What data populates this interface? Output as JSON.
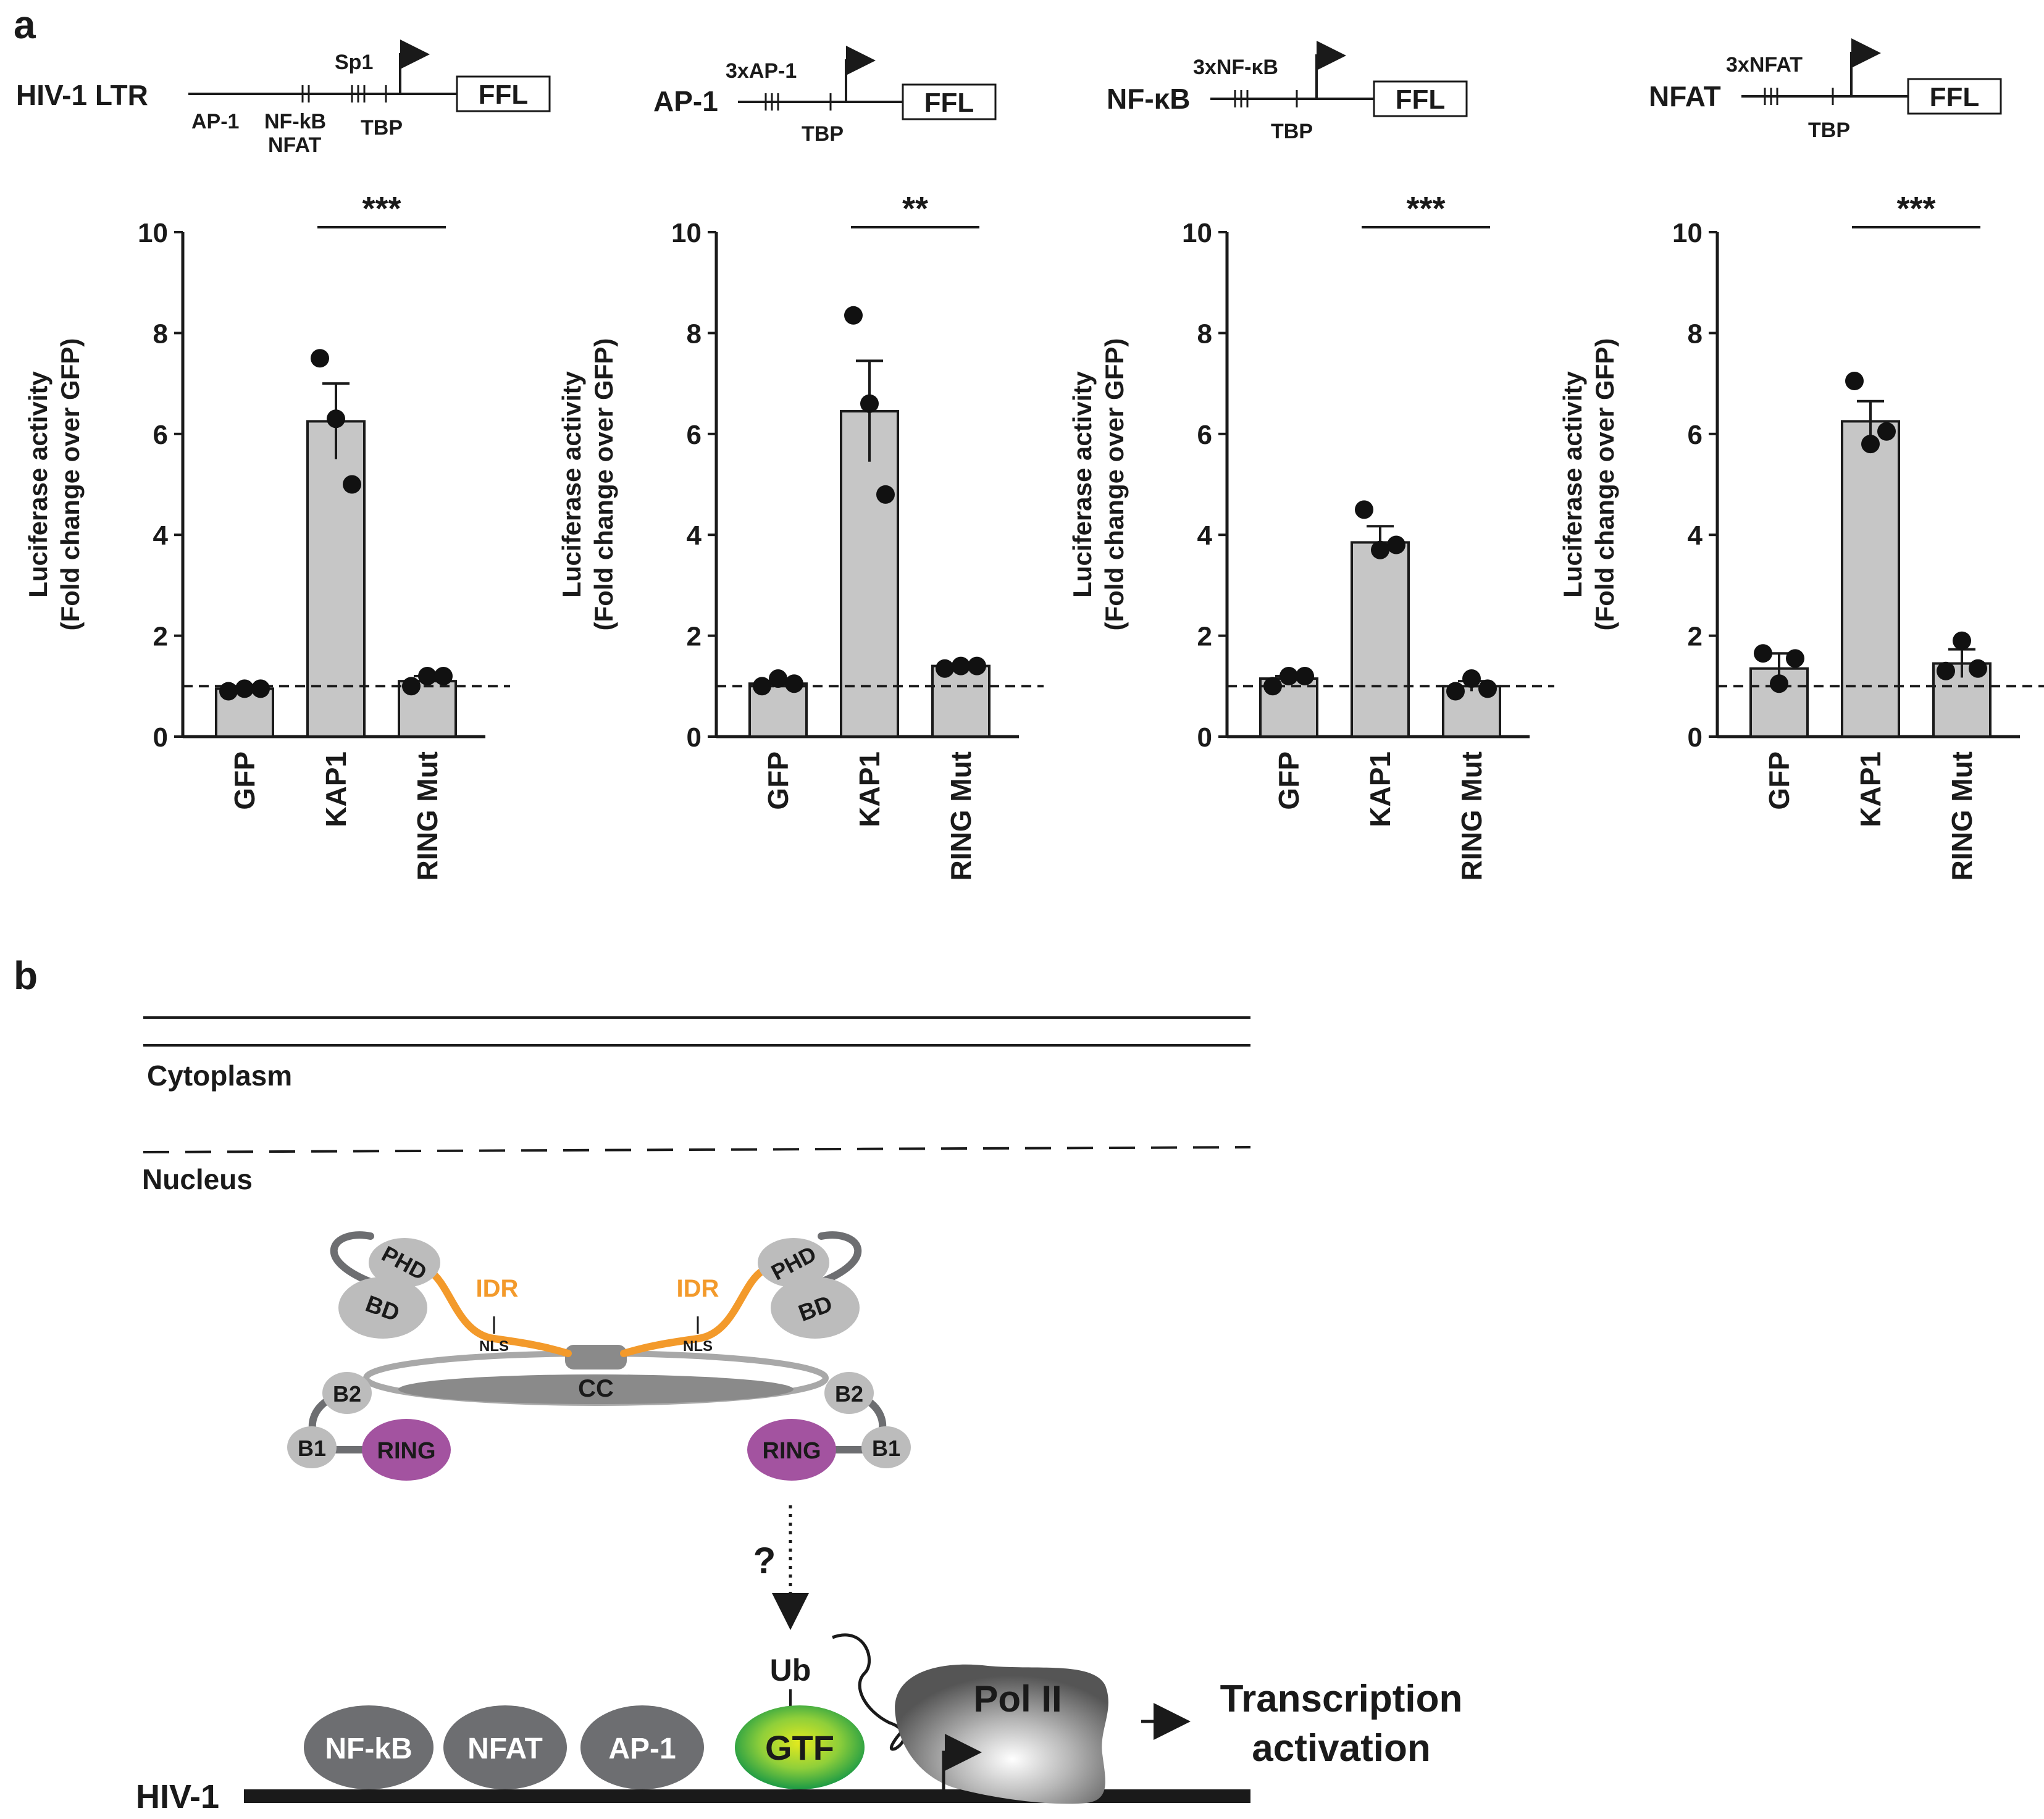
{
  "panel_a_label": "a",
  "panel_b_label": "b",
  "promoters": [
    {
      "name": "HIV-1 LTR",
      "sites": [
        "AP-1",
        "NF-kB",
        "NFAT",
        "Sp1",
        "TBP"
      ],
      "reporter": "FFL"
    },
    {
      "name": "AP-1",
      "sites": [
        "3xAP-1",
        "TBP"
      ],
      "reporter": "FFL"
    },
    {
      "name": "NF-κB",
      "sites": [
        "3xNF-κB",
        "TBP"
      ],
      "reporter": "FFL"
    },
    {
      "name": "NFAT",
      "sites": [
        "3xNFAT",
        "TBP"
      ],
      "reporter": "FFL"
    }
  ],
  "chart_data": [
    {
      "type": "bar",
      "ylabel_line1": "Luciferase activity",
      "ylabel_line2": "(Fold change over GFP)",
      "ylim": [
        0,
        10
      ],
      "yticks": [
        0,
        2,
        4,
        6,
        8,
        10
      ],
      "reference_line": 1,
      "categories": [
        "GFP",
        "KAP1",
        "RING Mut"
      ],
      "values": [
        0.95,
        6.25,
        1.1
      ],
      "errors": [
        0.03,
        0.75,
        0.1
      ],
      "points": [
        [
          0.9,
          0.95,
          0.95
        ],
        [
          7.5,
          6.3,
          5.0
        ],
        [
          1.0,
          1.2,
          1.2
        ]
      ],
      "significance": {
        "between": [
          "KAP1",
          "RING Mut"
        ],
        "label": "***"
      }
    },
    {
      "type": "bar",
      "ylabel_line1": "Luciferase activity",
      "ylabel_line2": "(Fold change over GFP)",
      "ylim": [
        0,
        10
      ],
      "yticks": [
        0,
        2,
        4,
        6,
        8,
        10
      ],
      "reference_line": 1,
      "categories": [
        "GFP",
        "KAP1",
        "RING Mut"
      ],
      "values": [
        1.05,
        6.45,
        1.4
      ],
      "errors": [
        0.05,
        1.0,
        0.03
      ],
      "points": [
        [
          1.0,
          1.15,
          1.05
        ],
        [
          8.35,
          6.6,
          4.8
        ],
        [
          1.35,
          1.4,
          1.4
        ]
      ],
      "significance": {
        "between": [
          "KAP1",
          "RING Mut"
        ],
        "label": "**"
      }
    },
    {
      "type": "bar",
      "ylabel_line1": "Luciferase activity",
      "ylabel_line2": "(Fold change over GFP)",
      "ylim": [
        0,
        10
      ],
      "yticks": [
        0,
        2,
        4,
        6,
        8,
        10
      ],
      "reference_line": 1,
      "categories": [
        "GFP",
        "KAP1",
        "RING Mut"
      ],
      "values": [
        1.15,
        3.85,
        1.0
      ],
      "errors": [
        0.05,
        0.32,
        0.1
      ],
      "points": [
        [
          1.0,
          1.2,
          1.2
        ],
        [
          4.5,
          3.7,
          3.8
        ],
        [
          0.9,
          1.15,
          0.95
        ]
      ],
      "significance": {
        "between": [
          "KAP1",
          "RING Mut"
        ],
        "label": "***"
      }
    },
    {
      "type": "bar",
      "ylabel_line1": "Luciferase activity",
      "ylabel_line2": "(Fold change over GFP)",
      "ylim": [
        0,
        10
      ],
      "yticks": [
        0,
        2,
        4,
        6,
        8,
        10
      ],
      "reference_line": 1,
      "categories": [
        "GFP",
        "KAP1",
        "RING Mut"
      ],
      "values": [
        1.35,
        6.25,
        1.45
      ],
      "errors": [
        0.3,
        0.4,
        0.28
      ],
      "points": [
        [
          1.65,
          1.05,
          1.55
        ],
        [
          7.05,
          5.8,
          6.05
        ],
        [
          1.3,
          1.9,
          1.35
        ]
      ],
      "significance": {
        "between": [
          "KAP1",
          "RING Mut"
        ],
        "label": "***"
      }
    }
  ],
  "schematic": {
    "cytoplasm": "Cytoplasm",
    "nucleus": "Nucleus",
    "domains": {
      "phd": "PHD",
      "bd": "BD",
      "idr": "IDR",
      "nls": "NLS",
      "cc": "CC",
      "b2": "B2",
      "b1": "B1",
      "ring": "RING"
    },
    "question": "?",
    "ub": "Ub",
    "factors": [
      "NF-kB",
      "NFAT",
      "AP-1"
    ],
    "gtf": "GTF",
    "pol2": "Pol II",
    "outcome_line1": "Transcription",
    "outcome_line2": "activation",
    "dna_label": "HIV-1",
    "colors": {
      "idr": "#f39a2b",
      "ring": "#a353a0",
      "gtf_center": "#e4ea1e",
      "gtf_edge": "#1c9a45",
      "factor": "#6d6e71",
      "bar": "#c6c6c6"
    }
  }
}
